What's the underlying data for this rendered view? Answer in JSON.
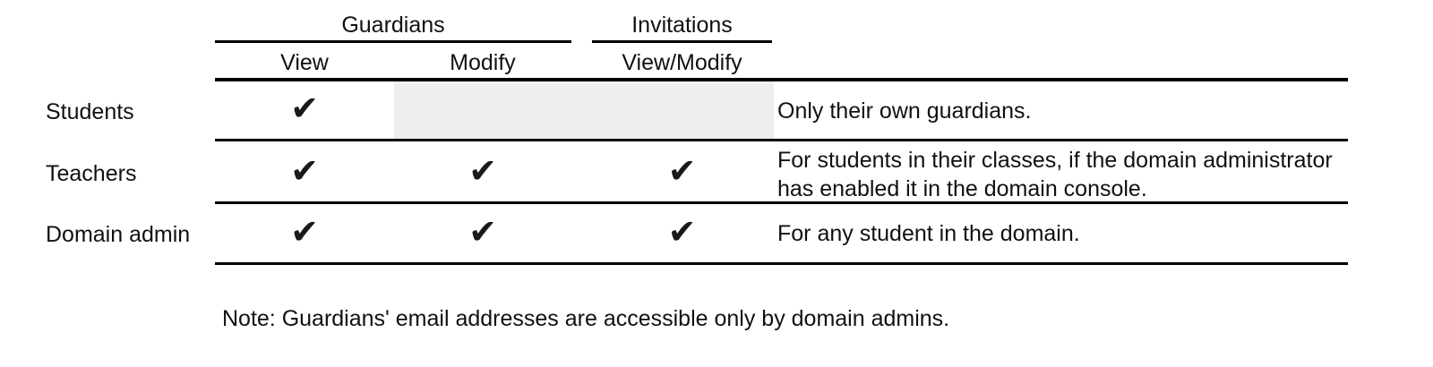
{
  "table": {
    "column_groups": [
      {
        "label": "Guardians",
        "spans": [
          "View",
          "Modify"
        ]
      },
      {
        "label": "Invitations",
        "spans": [
          "View/Modify"
        ]
      }
    ],
    "columns": [
      {
        "key": "role",
        "header": ""
      },
      {
        "key": "view",
        "header": "View"
      },
      {
        "key": "modify",
        "header": "Modify"
      },
      {
        "key": "viewmodify",
        "header": "View/Modify"
      },
      {
        "key": "notes",
        "header": ""
      }
    ],
    "check_glyph": "✔",
    "shaded_color": "#eeeeee",
    "rule_color": "#000000",
    "rows": [
      {
        "role": "Students",
        "view": true,
        "modify": false,
        "viewmodify": false,
        "shaded": true,
        "notes": [
          "Only their own guardians."
        ]
      },
      {
        "role": "Teachers",
        "view": true,
        "modify": true,
        "viewmodify": true,
        "shaded": false,
        "notes": [
          "For students in their classes, if the domain administrator",
          "has enabled it in the domain console."
        ]
      },
      {
        "role": "Domain admin",
        "view": true,
        "modify": true,
        "viewmodify": true,
        "shaded": false,
        "notes": [
          "For any student in the domain."
        ]
      }
    ]
  },
  "footnote": "Note: Guardians' email addresses are accessible only by domain admins."
}
